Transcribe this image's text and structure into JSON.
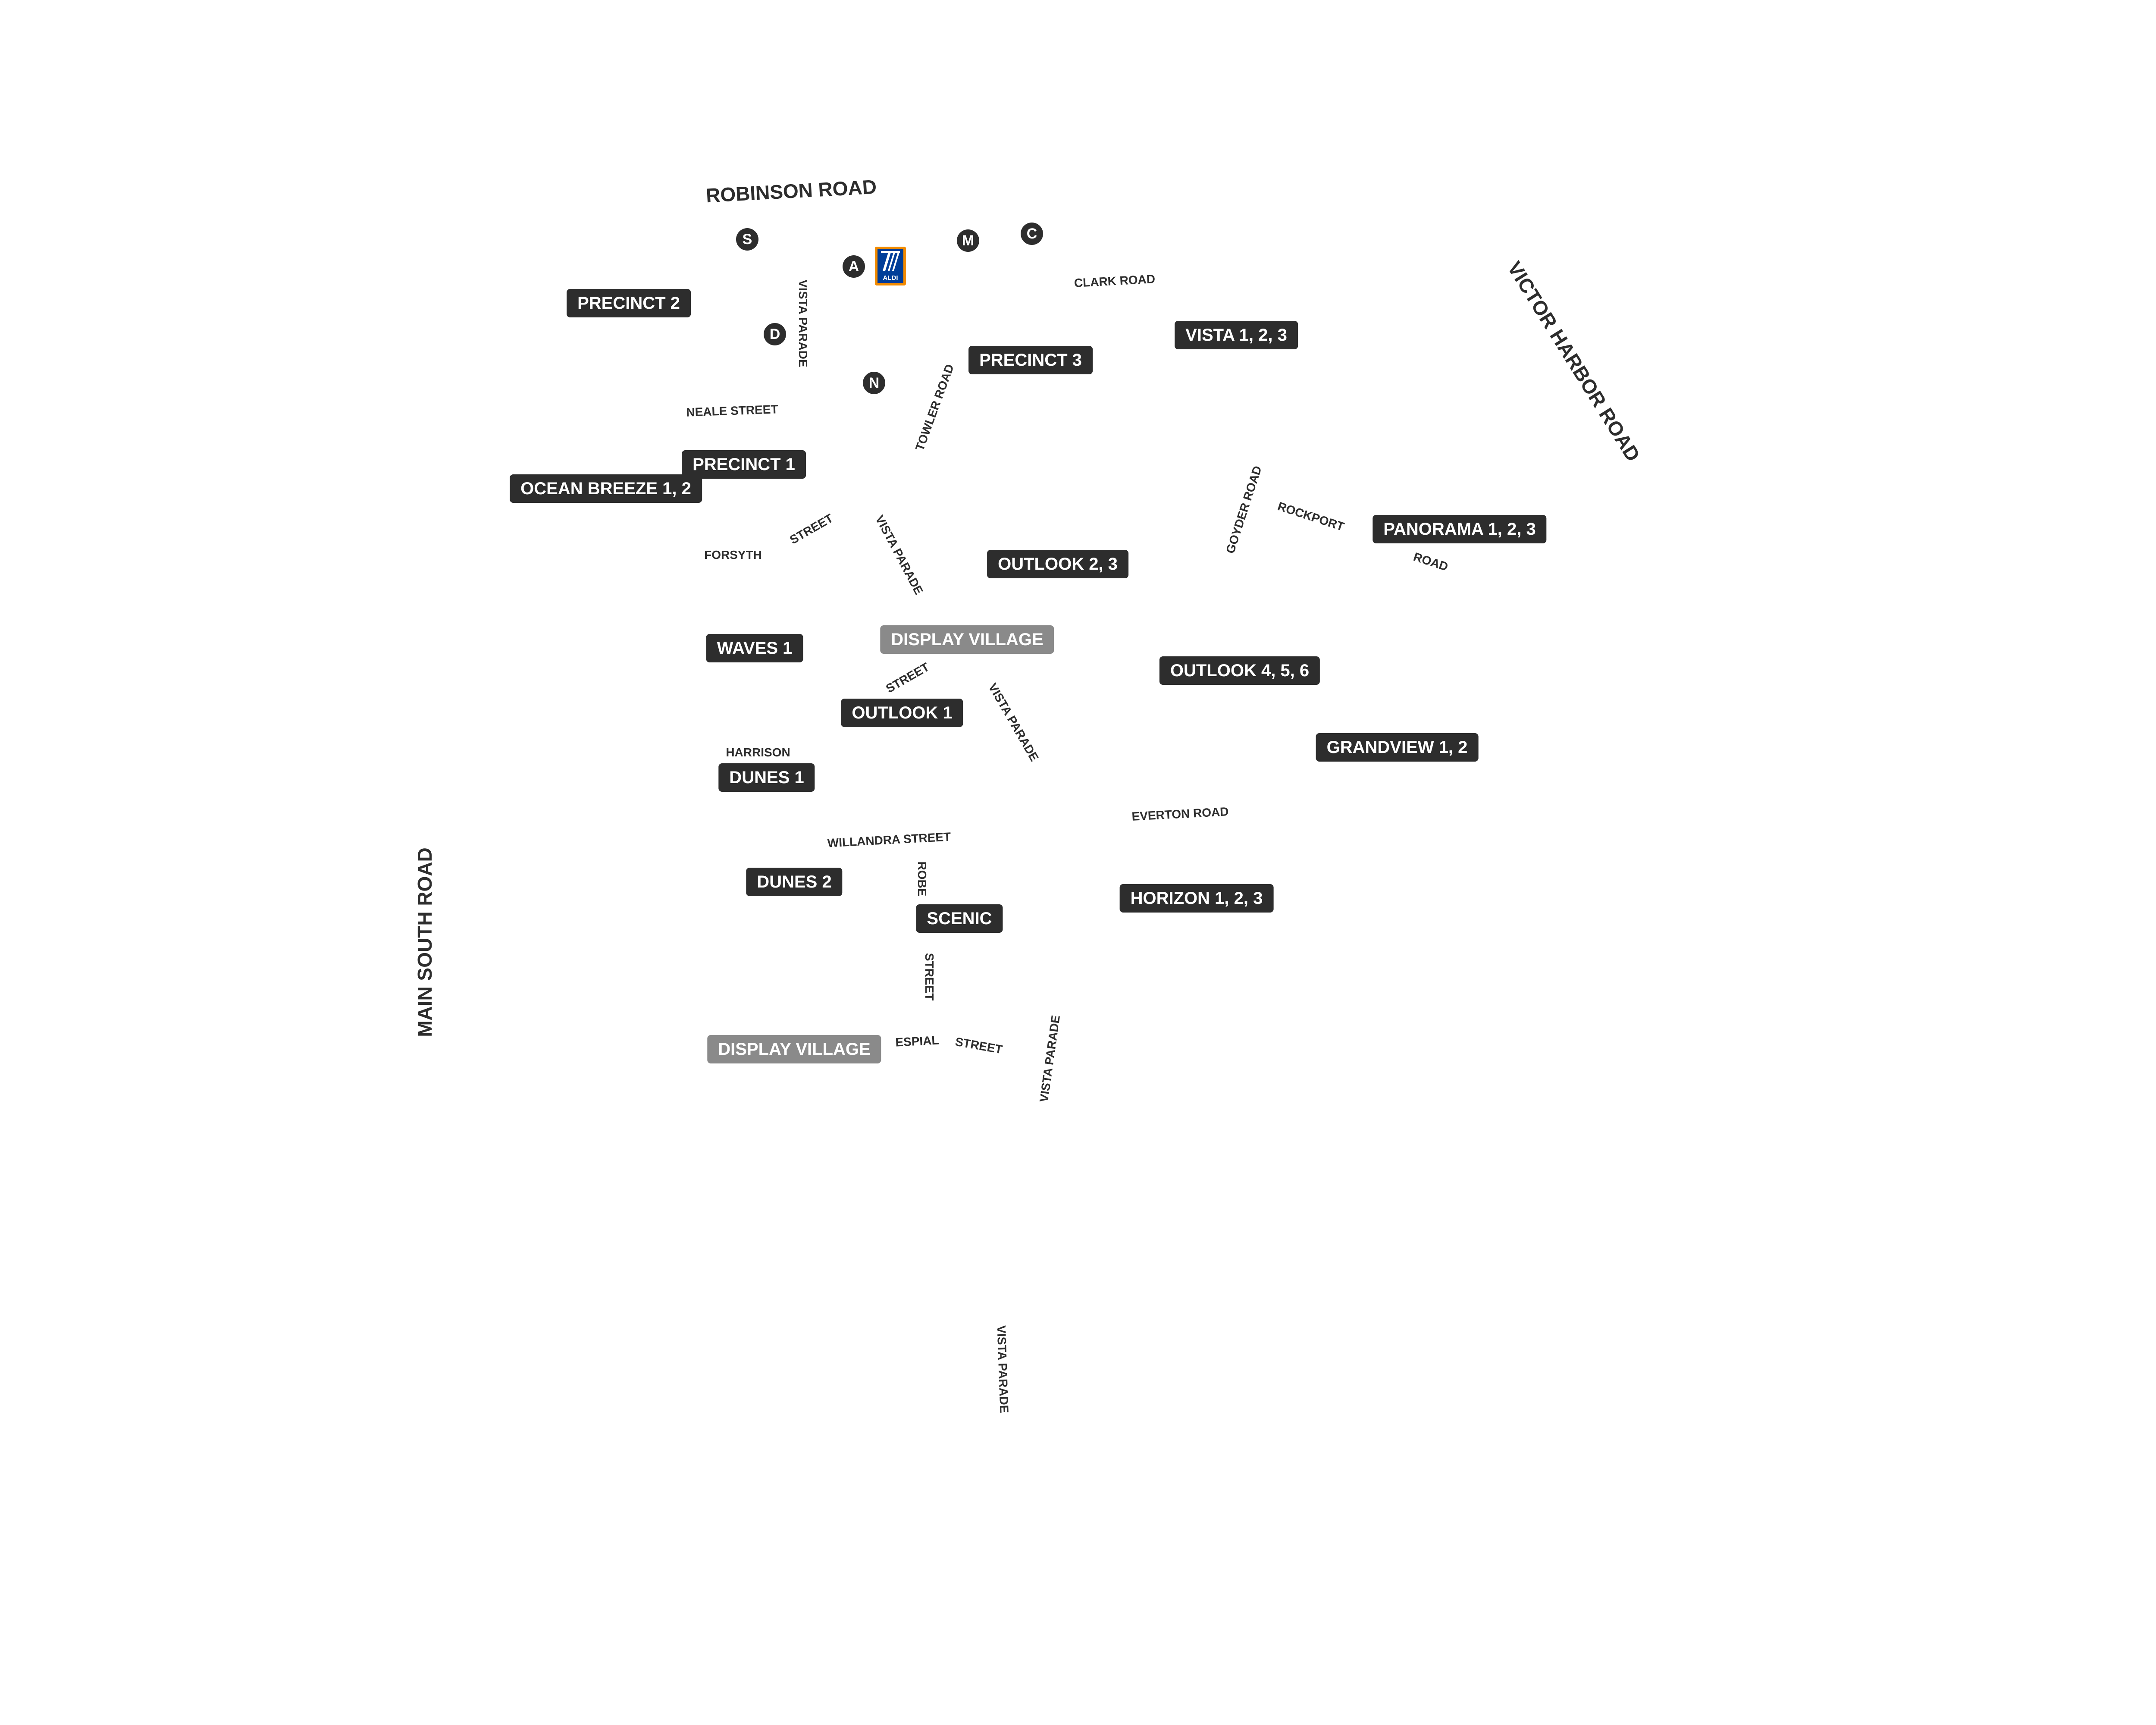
{
  "map": {
    "roads": {
      "robinson": "ROBINSON ROAD",
      "victor_harbor": "VICTOR HARBOR ROAD",
      "main_south": "MAIN SOUTH ROAD",
      "clark": "CLARK ROAD",
      "vista_parade": "VISTA PARADE",
      "neale": "NEALE STREET",
      "towler": "TOWLER ROAD",
      "goyder": "GOYDER ROAD",
      "rockport": "ROCKPORT",
      "road": "ROAD",
      "forsyth": "FORSYTH",
      "street": "STREET",
      "harrison": "HARRISON",
      "everton": "EVERTON ROAD",
      "willandra": "WILLANDRA STREET",
      "robe": "ROBE",
      "espial": "ESPIAL"
    },
    "precincts": {
      "precinct_2": "PRECINCT  2",
      "precinct_3": "PRECINCT 3",
      "vista": "VISTA 1, 2, 3",
      "precinct_1": "PRECINCT  1",
      "ocean_breeze": "OCEAN BREEZE 1, 2",
      "panorama": "PANORAMA 1, 2, 3",
      "outlook_2_3": "OUTLOOK 2, 3",
      "waves": "WAVES 1",
      "display_village": "DISPLAY VILLAGE",
      "outlook_4_5_6": "OUTLOOK 4, 5, 6",
      "outlook_1": "OUTLOOK 1",
      "grandview": "GRANDVIEW 1, 2",
      "dunes_1": "DUNES 1",
      "dunes_2": "DUNES 2",
      "scenic": "SCENIC",
      "horizon": "HORIZON 1, 2, 3"
    },
    "markers": {
      "s": "S",
      "a": "A",
      "m": "M",
      "c": "C",
      "d": "D",
      "n": "N"
    },
    "aldi_logo": "ALDI",
    "colors": {
      "label_bg": "#2d2d2d",
      "display_village_bg": "#8a8a8a",
      "text": "#2d2d2d",
      "aldi_orange": "#f28b00",
      "aldi_blue": "#003d99"
    }
  }
}
